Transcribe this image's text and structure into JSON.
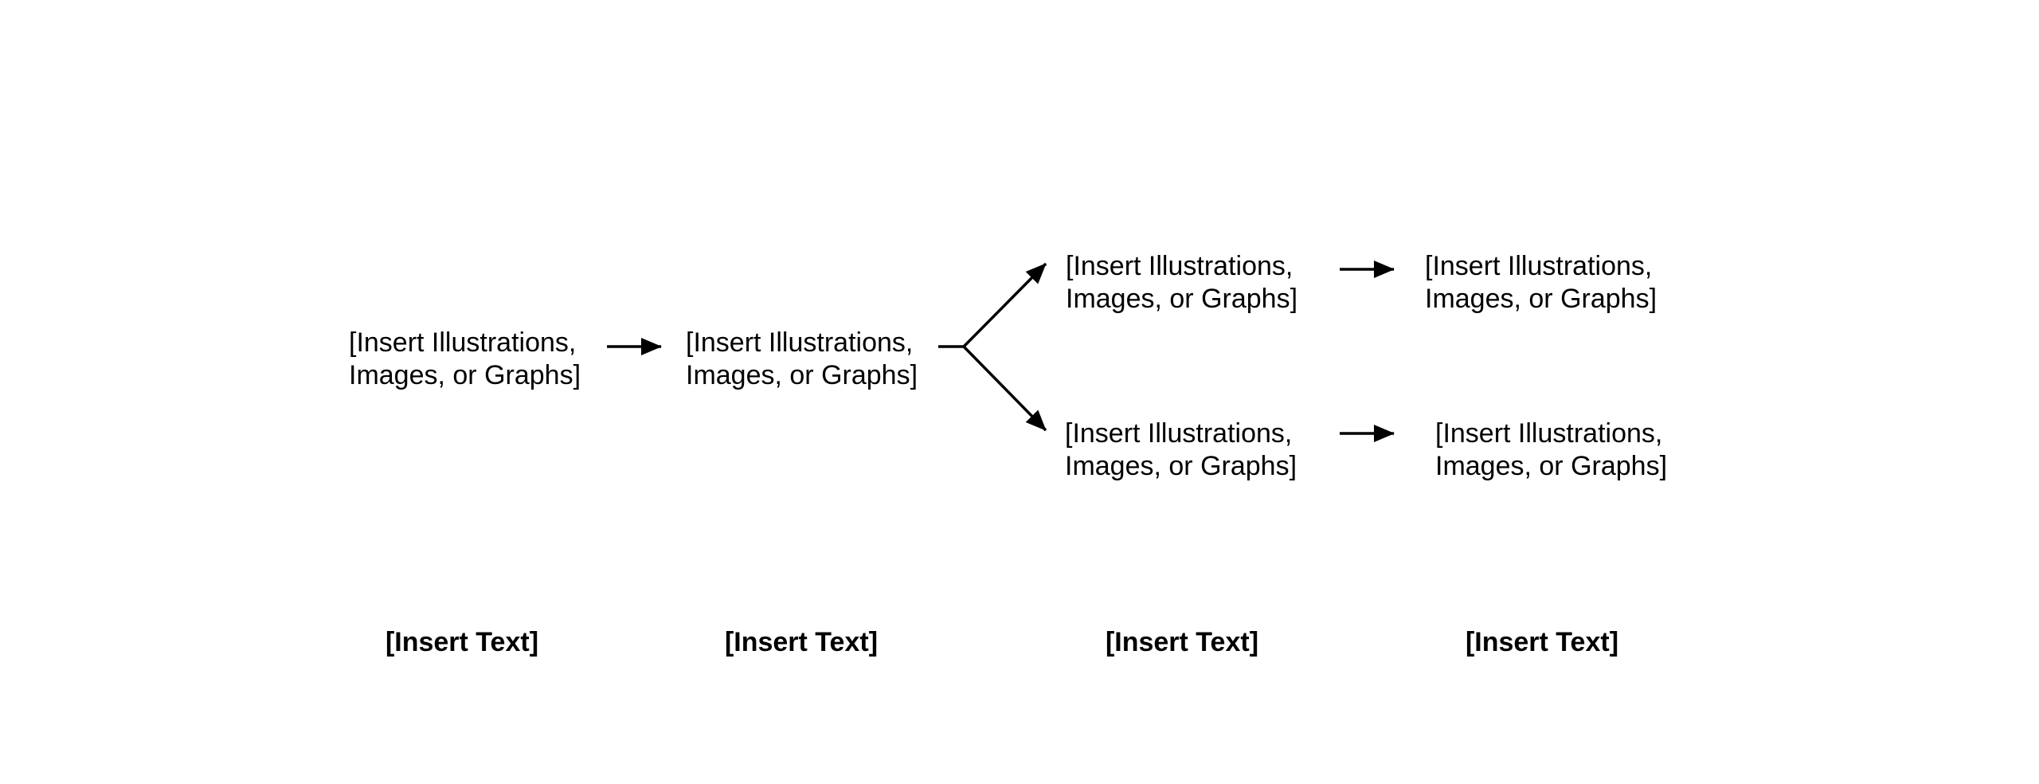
{
  "diagram": {
    "nodes": [
      {
        "id": "n1",
        "line1": "[Insert Illustrations,",
        "line2": "Images, or Graphs]"
      },
      {
        "id": "n2",
        "line1": "[Insert Illustrations,",
        "line2": "Images, or Graphs]"
      },
      {
        "id": "n3",
        "line1": "[Insert Illustrations,",
        "line2": "Images, or Graphs]"
      },
      {
        "id": "n4",
        "line1": "[Insert Illustrations,",
        "line2": "Images, or Graphs]"
      },
      {
        "id": "n5",
        "line1": "[Insert Illustrations,",
        "line2": "Images, or Graphs]"
      },
      {
        "id": "n6",
        "line1": "[Insert Illustrations,",
        "line2": "Images, or Graphs]"
      }
    ],
    "edges": [
      {
        "from": "n1",
        "to": "n2"
      },
      {
        "from": "n2",
        "to": "n3"
      },
      {
        "from": "n2",
        "to": "n5"
      },
      {
        "from": "n3",
        "to": "n4"
      },
      {
        "from": "n5",
        "to": "n6"
      }
    ],
    "captions": [
      "[Insert Text]",
      "[Insert Text]",
      "[Insert Text]",
      "[Insert Text]"
    ]
  }
}
